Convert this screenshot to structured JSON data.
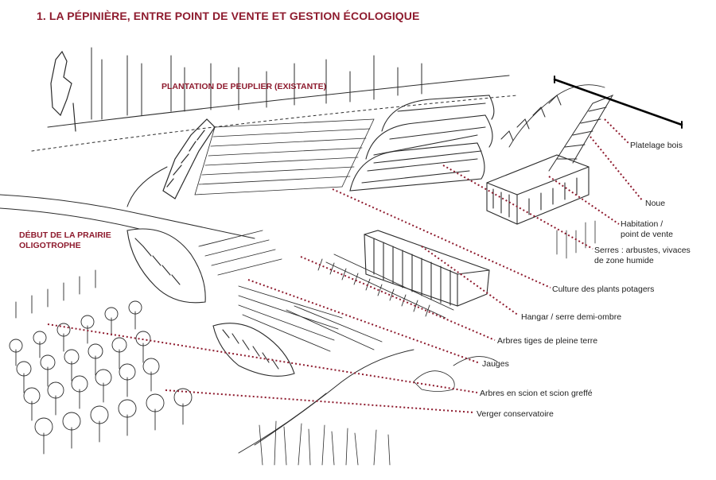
{
  "title": "1. LA PÉPINIÈRE, ENTRE POINT DE VENTE ET GESTION ÉCOLOGIQUE",
  "colors": {
    "accent": "#8e1b2e",
    "ink": "#2b2b2b",
    "leader": "#8e1b2e"
  },
  "zones": {
    "poplar": "PLANTATION DE PEUPLIER (EXISTANTE)",
    "prairie_line1": "DÉBUT DE LA PRAIRIE",
    "prairie_line2": "OLIGOTROPHE"
  },
  "callouts": {
    "platelage": "Platelage bois",
    "noue": "Noue",
    "habitation_line1": "Habitation /",
    "habitation_line2": "point de vente",
    "serres_line1": "Serres : arbustes, vivaces",
    "serres_line2": "de zone humide",
    "culture": "Culture des plants potagers",
    "hangar": "Hangar / serre demi-ombre",
    "arbres_tiges": "Arbres tiges de pleine terre",
    "jauges": "Jauges",
    "arbres_scion": "Arbres en scion et scion greffé",
    "verger": "Verger conservatoire"
  }
}
